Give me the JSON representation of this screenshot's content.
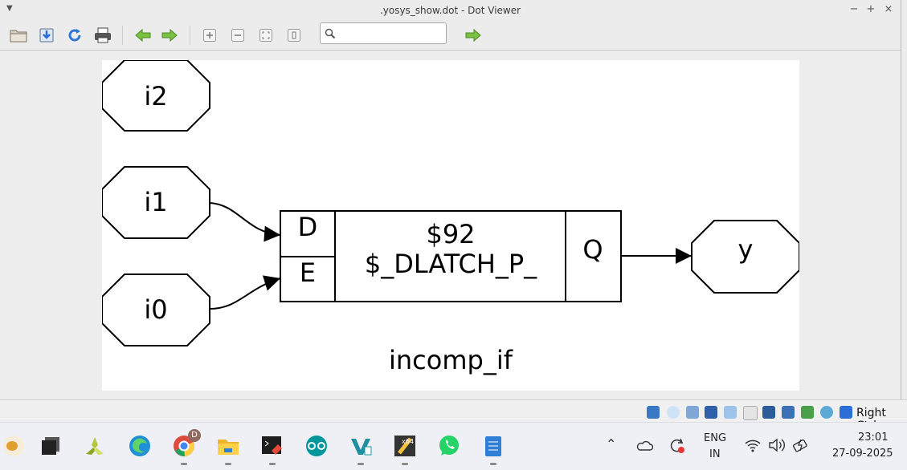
{
  "window": {
    "title": ".yosys_show.dot - Dot Viewer",
    "menu_icon": "menu-arrow-icon",
    "controls": [
      "minimize-icon",
      "maximize-icon",
      "close-icon"
    ]
  },
  "toolbar": {
    "buttons": [
      "open-icon",
      "save-icon",
      "reload-icon",
      "print-icon",
      "back-icon",
      "forward-icon",
      "zoom-in-icon",
      "zoom-out-icon",
      "zoom-fit-icon",
      "zoom-100-icon"
    ],
    "search_value": "",
    "find_icon": "find-next-icon"
  },
  "graph": {
    "nodes": {
      "i2": "i2",
      "i1": "i1",
      "i0": "i0",
      "y": "y"
    },
    "cell": {
      "id": "$92",
      "type": "$_DLATCH_P_",
      "port_d": "D",
      "port_e": "E",
      "port_q": "Q"
    },
    "caption": "incomp_if",
    "colors": {
      "stroke": "#000000",
      "fill": "#ffffff"
    }
  },
  "statusbar": {
    "right_ctrl": "Right Ctrl"
  },
  "taskbar": {
    "apps": [
      "colab-icon",
      "terminal-icon",
      "vivado-icon",
      "edge-icon",
      "chrome-icon",
      "file-explorer-icon",
      "cmd-icon",
      "arduino-icon",
      "visual-studio-icon",
      "x64-icon",
      "whatsapp-icon",
      "notepad-icon"
    ],
    "chrome_badge": "D",
    "tray": {
      "lang_top": "ENG",
      "lang_bottom": "IN",
      "time": "23:01",
      "date": "27-09-2025"
    }
  }
}
